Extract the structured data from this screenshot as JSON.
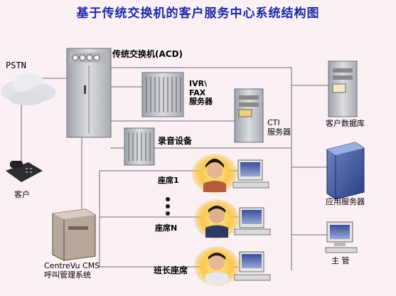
{
  "title": "基于传统交换机的客户服务中心系统结构图",
  "labels": {
    "pstn": "PSTN",
    "pbx": "传统交换机(ACD)",
    "ivr": "IVR\\\nFAX\n服务器",
    "recorder": "录音设备",
    "cti": "CTI\n服务器",
    "customer_db": "客户数据库",
    "app_server": "应用服务器",
    "supervisor": "主 管",
    "customer": "客户",
    "cms": "CentreVu CMS\n呼叫管理系统",
    "agent1": "座席1",
    "agentN": "座席N",
    "team_lead": "班长座席"
  },
  "colors": {
    "title": "#1a2aa8",
    "background": "#fbf1f5",
    "line": "#8a8a8a",
    "cabinet": "#c9c9cc"
  }
}
